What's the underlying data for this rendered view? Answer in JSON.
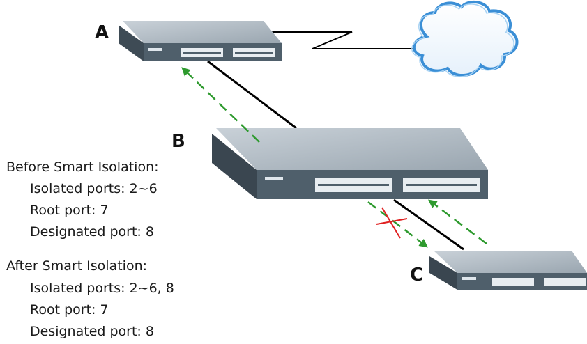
{
  "switches": {
    "a_label": "A",
    "b_label": "B",
    "c_label": "C"
  },
  "before": {
    "heading": "Before Smart Isolation:",
    "isolated": "Isolated ports: 2~6",
    "root": "Root port: 7",
    "designated": "Designated port: 8"
  },
  "after": {
    "heading": "After Smart Isolation:",
    "isolated": "Isolated ports: 2~6, 8",
    "root": "Root port: 7",
    "designated": "Designated port: 8"
  },
  "colors": {
    "arrow": "#2e9a2e",
    "block_mark": "#e02020",
    "cloud_stroke": "#3b8fd6",
    "link": "#000000"
  }
}
